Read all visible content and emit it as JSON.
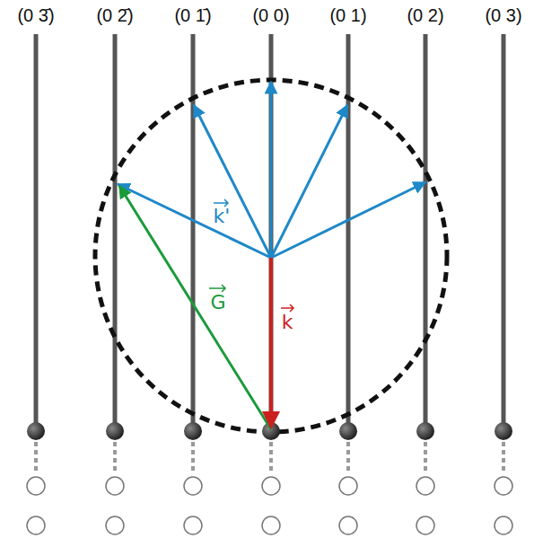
{
  "diagram": {
    "labels": [
      "(0 3̄)",
      "(0 2̄)",
      "(0 1̄)",
      "(0 0)",
      "(0 1)",
      "(0 2)",
      "(0 3)",
      "k'",
      "G",
      "k"
    ]
  }
}
